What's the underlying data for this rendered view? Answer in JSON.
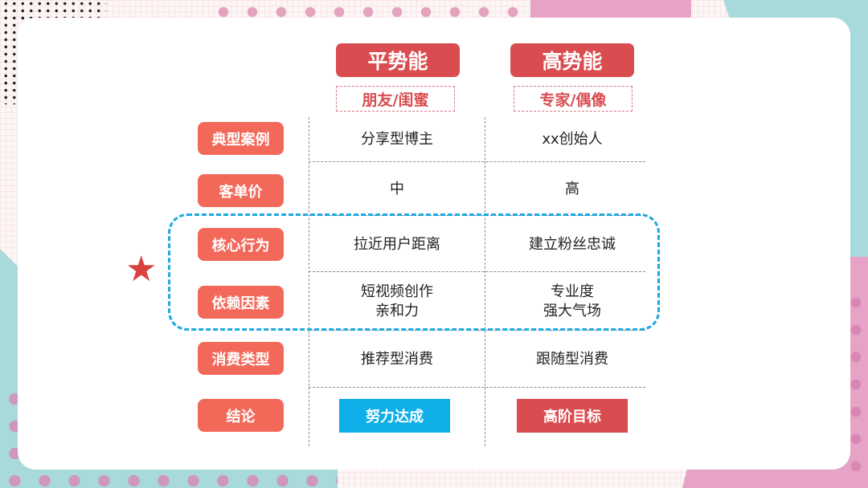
{
  "columns": [
    {
      "title": "平势能",
      "subtitle": "朋友/闺蜜"
    },
    {
      "title": "高势能",
      "subtitle": "专家/偶像"
    }
  ],
  "rows": [
    {
      "label": "典型案例",
      "values": [
        "分享型博主",
        "xx创始人"
      ]
    },
    {
      "label": "客单价",
      "values": [
        "中",
        "高"
      ]
    },
    {
      "label": "核心行为",
      "values": [
        "拉近用户距离",
        "建立粉丝忠诚"
      ]
    },
    {
      "label": "依赖因素",
      "values": [
        [
          "短视频创作",
          "亲和力"
        ],
        [
          "专业度",
          "强大气场"
        ]
      ]
    },
    {
      "label": "消费类型",
      "values": [
        "推荐型消费",
        "跟随型消费"
      ]
    },
    {
      "label": "结论",
      "values": [
        "努力达成",
        "高阶目标"
      ]
    }
  ],
  "highlight": {
    "icon": "star-icon",
    "glyph": "★",
    "rows": [
      "核心行为",
      "依赖因素"
    ]
  },
  "colors": {
    "header_red": "#d94c50",
    "label_coral": "#f2695a",
    "highlight_blue": "#1ca9e1",
    "conclusion_blue": "#0eaee8",
    "conclusion_red": "#d94c50",
    "bg_teal": "#a8dadb",
    "bg_pink": "#e6a3c6"
  }
}
